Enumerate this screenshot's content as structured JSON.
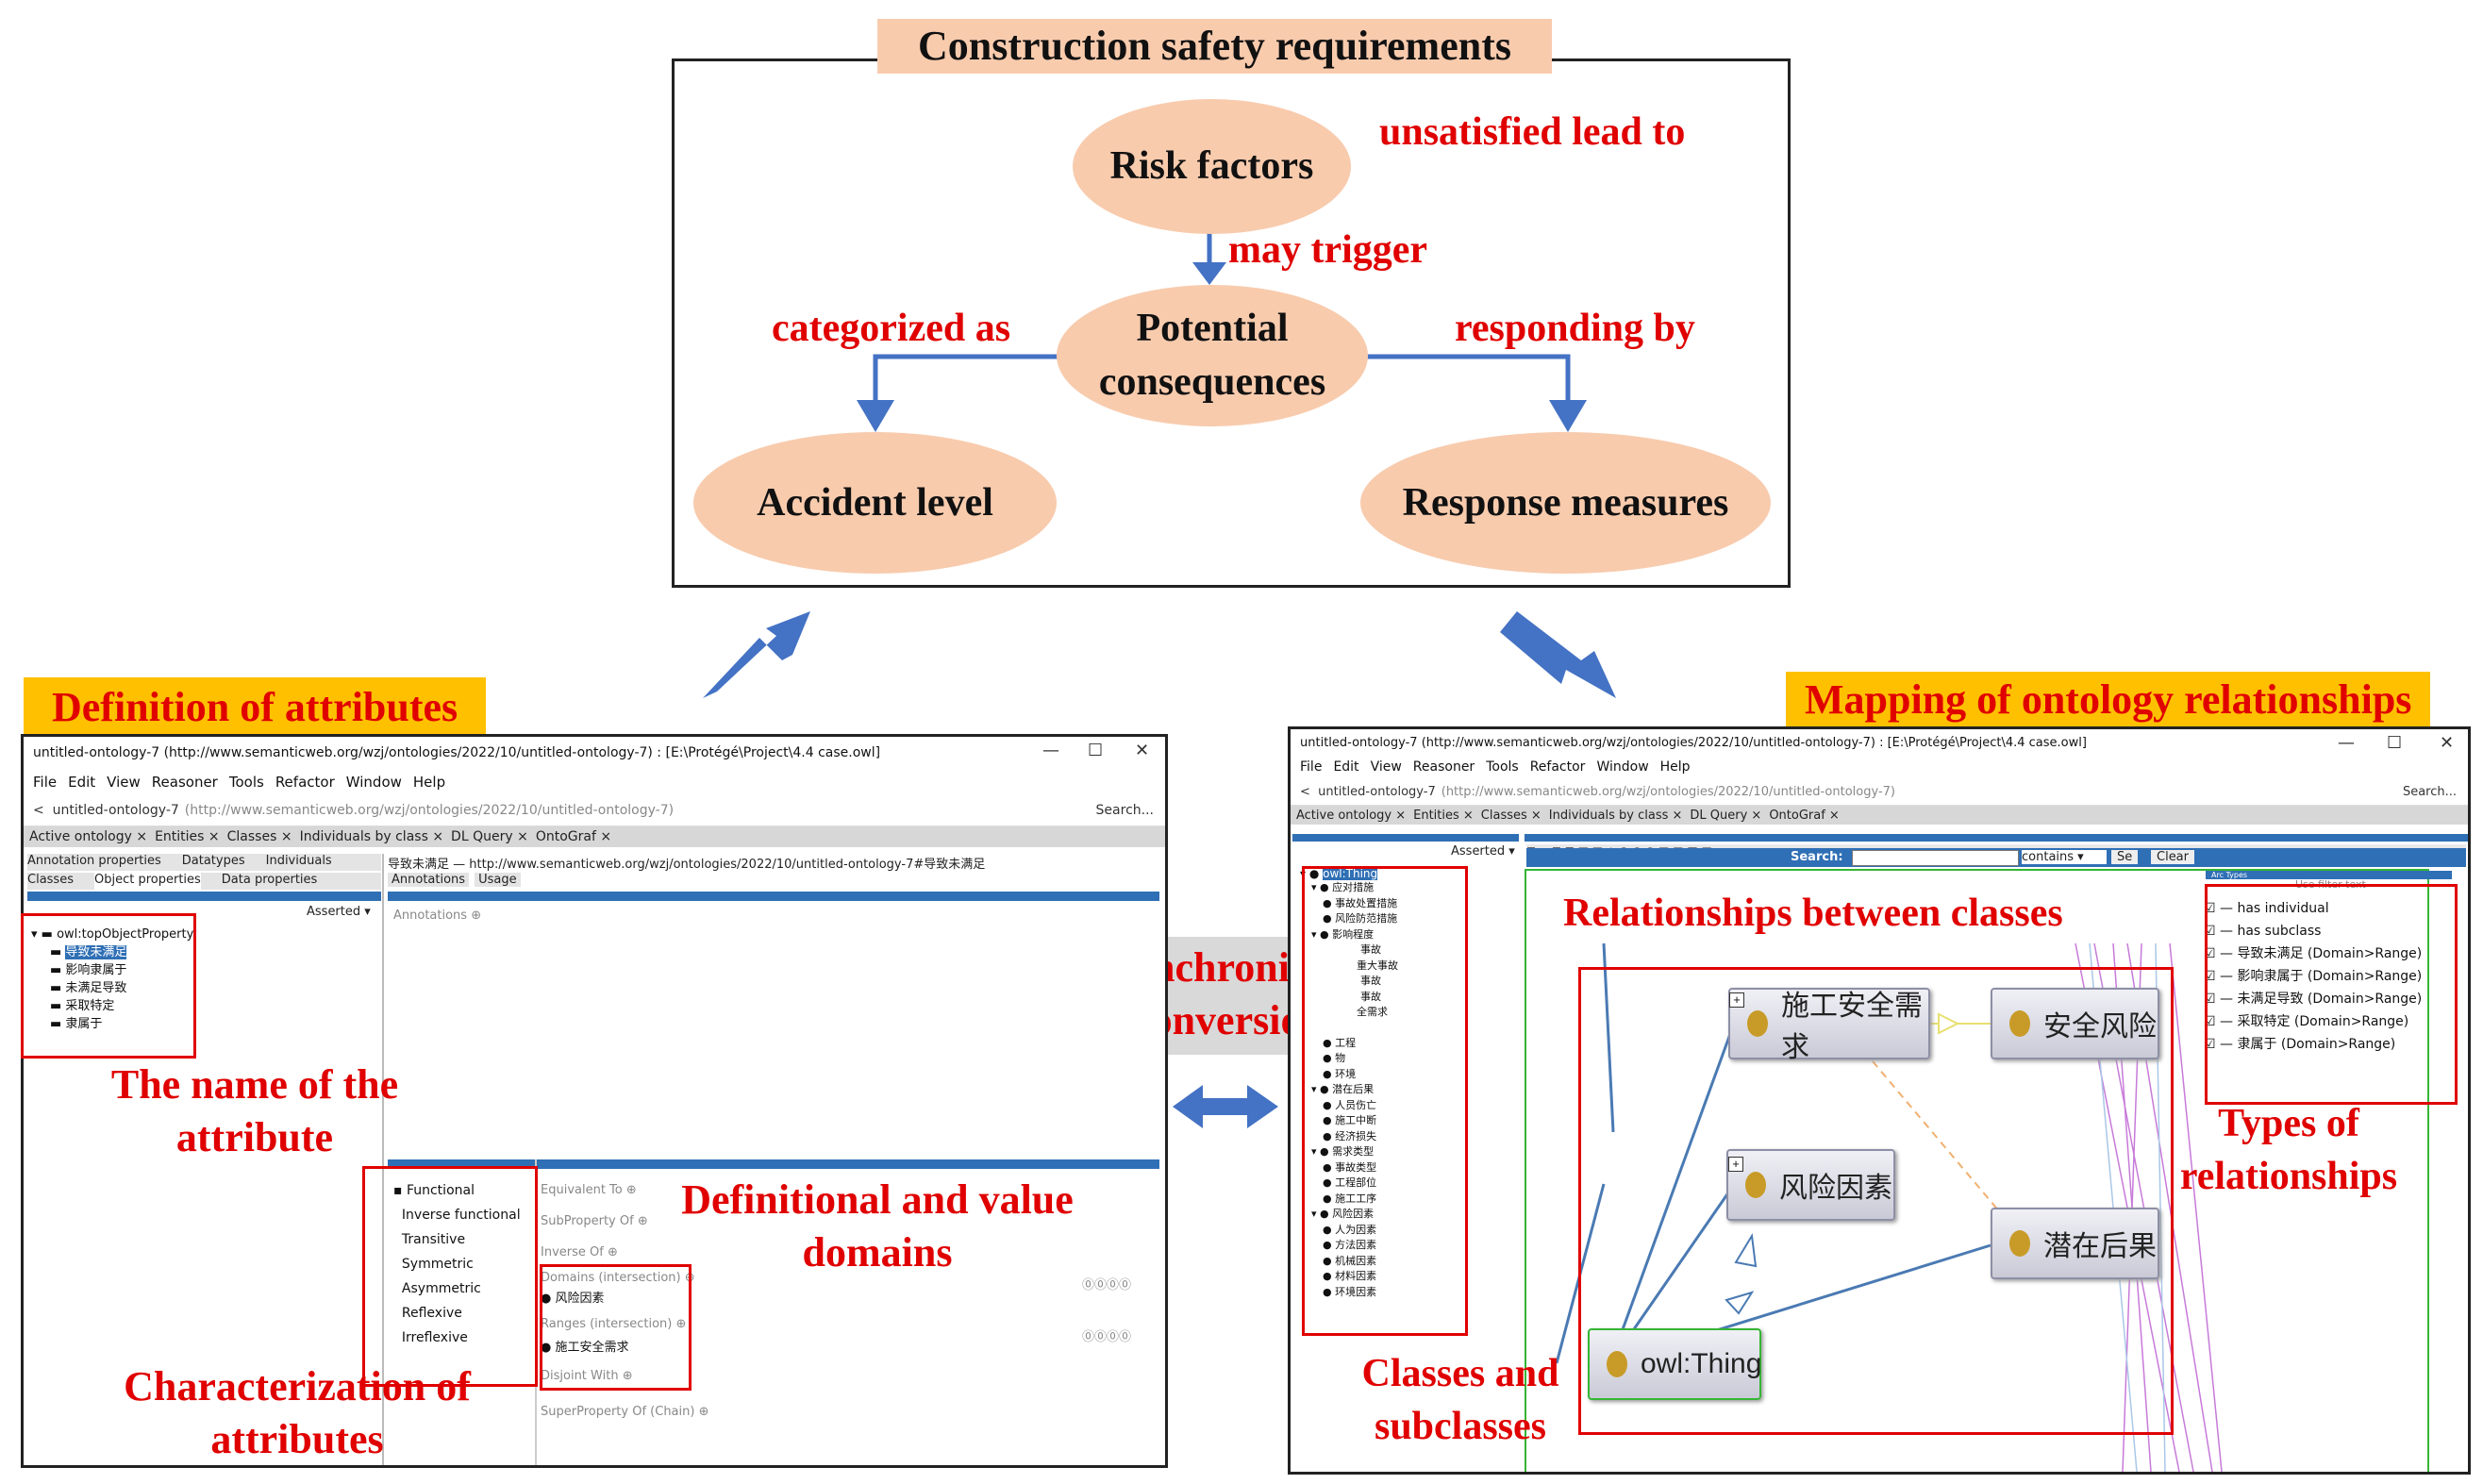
{
  "top": {
    "title": "Construction safety requirements",
    "nodes": {
      "risk": "Risk factors",
      "potential": "Potential consequences",
      "accident": "Accident level",
      "response": "Response measures"
    },
    "labels": {
      "unsatisfied": "unsatisfied lead to",
      "may_trigger": "may trigger",
      "categorized": "categorized as",
      "responding": "responding by"
    }
  },
  "sync_label": "Synchronized conversion",
  "left": {
    "title": "Definition of attributes",
    "window": {
      "title": "untitled-ontology-7 (http://www.semanticweb.org/wzj/ontologies/2022/10/untitled-ontology-7) : [E:\\Protégé\\Project\\4.4 case.owl]",
      "menu": [
        "File",
        "Edit",
        "View",
        "Reasoner",
        "Tools",
        "Refactor",
        "Window",
        "Help"
      ],
      "address": "untitled-ontology-7",
      "address_url": "(http://www.semanticweb.org/wzj/ontologies/2022/10/untitled-ontology-7)",
      "search": "Search...",
      "tabs": [
        "Active ontology ×",
        "Entities ×",
        "Classes ×",
        "Individuals by class ×",
        "DL Query ×",
        "OntoGraf ×"
      ],
      "subtabs_row1": [
        "Annotation properties",
        "Datatypes",
        "Individuals"
      ],
      "subtabs_row2": [
        "Classes",
        "Object properties",
        "Data properties"
      ],
      "asserted": "Asserted",
      "tree": [
        "owl:topObjectProperty",
        "导致未满足",
        "影响隶属于",
        "未满足导致",
        "采取特定",
        "隶属于"
      ],
      "iri": "导致未满足 — http://www.semanticweb.org/wzj/ontologies/2022/10/untitled-ontology-7#导致未满足",
      "annot_tabs": [
        "Annotations",
        "Usage"
      ],
      "annotations_label": "Annotations",
      "characteristics": [
        "Functional",
        "Inverse functional",
        "Transitive",
        "Symmetric",
        "Asymmetric",
        "Reflexive",
        "Irreflexive"
      ],
      "desc": {
        "equivalent": "Equivalent To",
        "subproperty": "SubProperty Of",
        "inverse": "Inverse Of",
        "domains": "Domains (intersection)",
        "domain_value": "风险因素",
        "ranges": "Ranges (intersection)",
        "range_value": "施工安全需求",
        "disjoint": "Disjoint With",
        "chain": "SuperProperty Of (Chain)"
      }
    },
    "annotations": {
      "name": "The name of the attribute",
      "domains": "Definitional and value domains",
      "characterization": "Characterization of attributes"
    }
  },
  "right": {
    "title": "Mapping of ontology relationships",
    "window": {
      "title": "untitled-ontology-7 (http://www.semanticweb.org/wzj/ontologies/2022/10/untitled-ontology-7) : [E:\\Protégé\\Project\\4.4 case.owl]",
      "menu": [
        "File",
        "Edit",
        "View",
        "Reasoner",
        "Tools",
        "Refactor",
        "Window",
        "Help"
      ],
      "address": "untitled-ontology-7",
      "address_url": "(http://www.semanticweb.org/wzj/ontologies/2022/10/untitled-ontology-7)",
      "search": "Search...",
      "tabs": [
        "Active ontology ×",
        "Entities ×",
        "Classes ×",
        "Individuals by class ×",
        "DL Query ×",
        "OntoGraf ×"
      ],
      "asserted": "Asserted",
      "search_label": "Search:",
      "contains": "contains",
      "se": "Se",
      "clear": "Clear",
      "root": "owl:Thing",
      "tree": [
        "应对措施",
        "事故处置措施",
        "风险防范措施",
        "影响程度",
        "事故",
        "重大事故",
        "事故",
        "事故",
        "全需求",
        "工程",
        "物",
        "环境",
        "潜在后果",
        "人员伤亡",
        "施工中断",
        "经济损失",
        "需求类型",
        "事故类型",
        "工程部位",
        "施工工序",
        "风险因素",
        "人为因素",
        "方法因素",
        "机械因素",
        "材料因素",
        "环境因素"
      ],
      "graph_nodes": {
        "n1": "施工安全需求",
        "n2": "安全风险",
        "n3": "风险因素",
        "n4": "潜在后果",
        "n5": "owl:Thing"
      },
      "filter_text": "Use filter text",
      "arc_types_label": "Arc Types",
      "relationships": [
        "has individual",
        "has subclass",
        "导致未满足 (Domain>Range)",
        "影响隶属于 (Domain>Range)",
        "未满足导致 (Domain>Range)",
        "采取特定 (Domain>Range)",
        "隶属于 (Domain>Range)"
      ]
    },
    "annotations": {
      "between": "Relationships between classes",
      "types": "Types of relationships",
      "classes": "Classes and subclasses"
    }
  }
}
